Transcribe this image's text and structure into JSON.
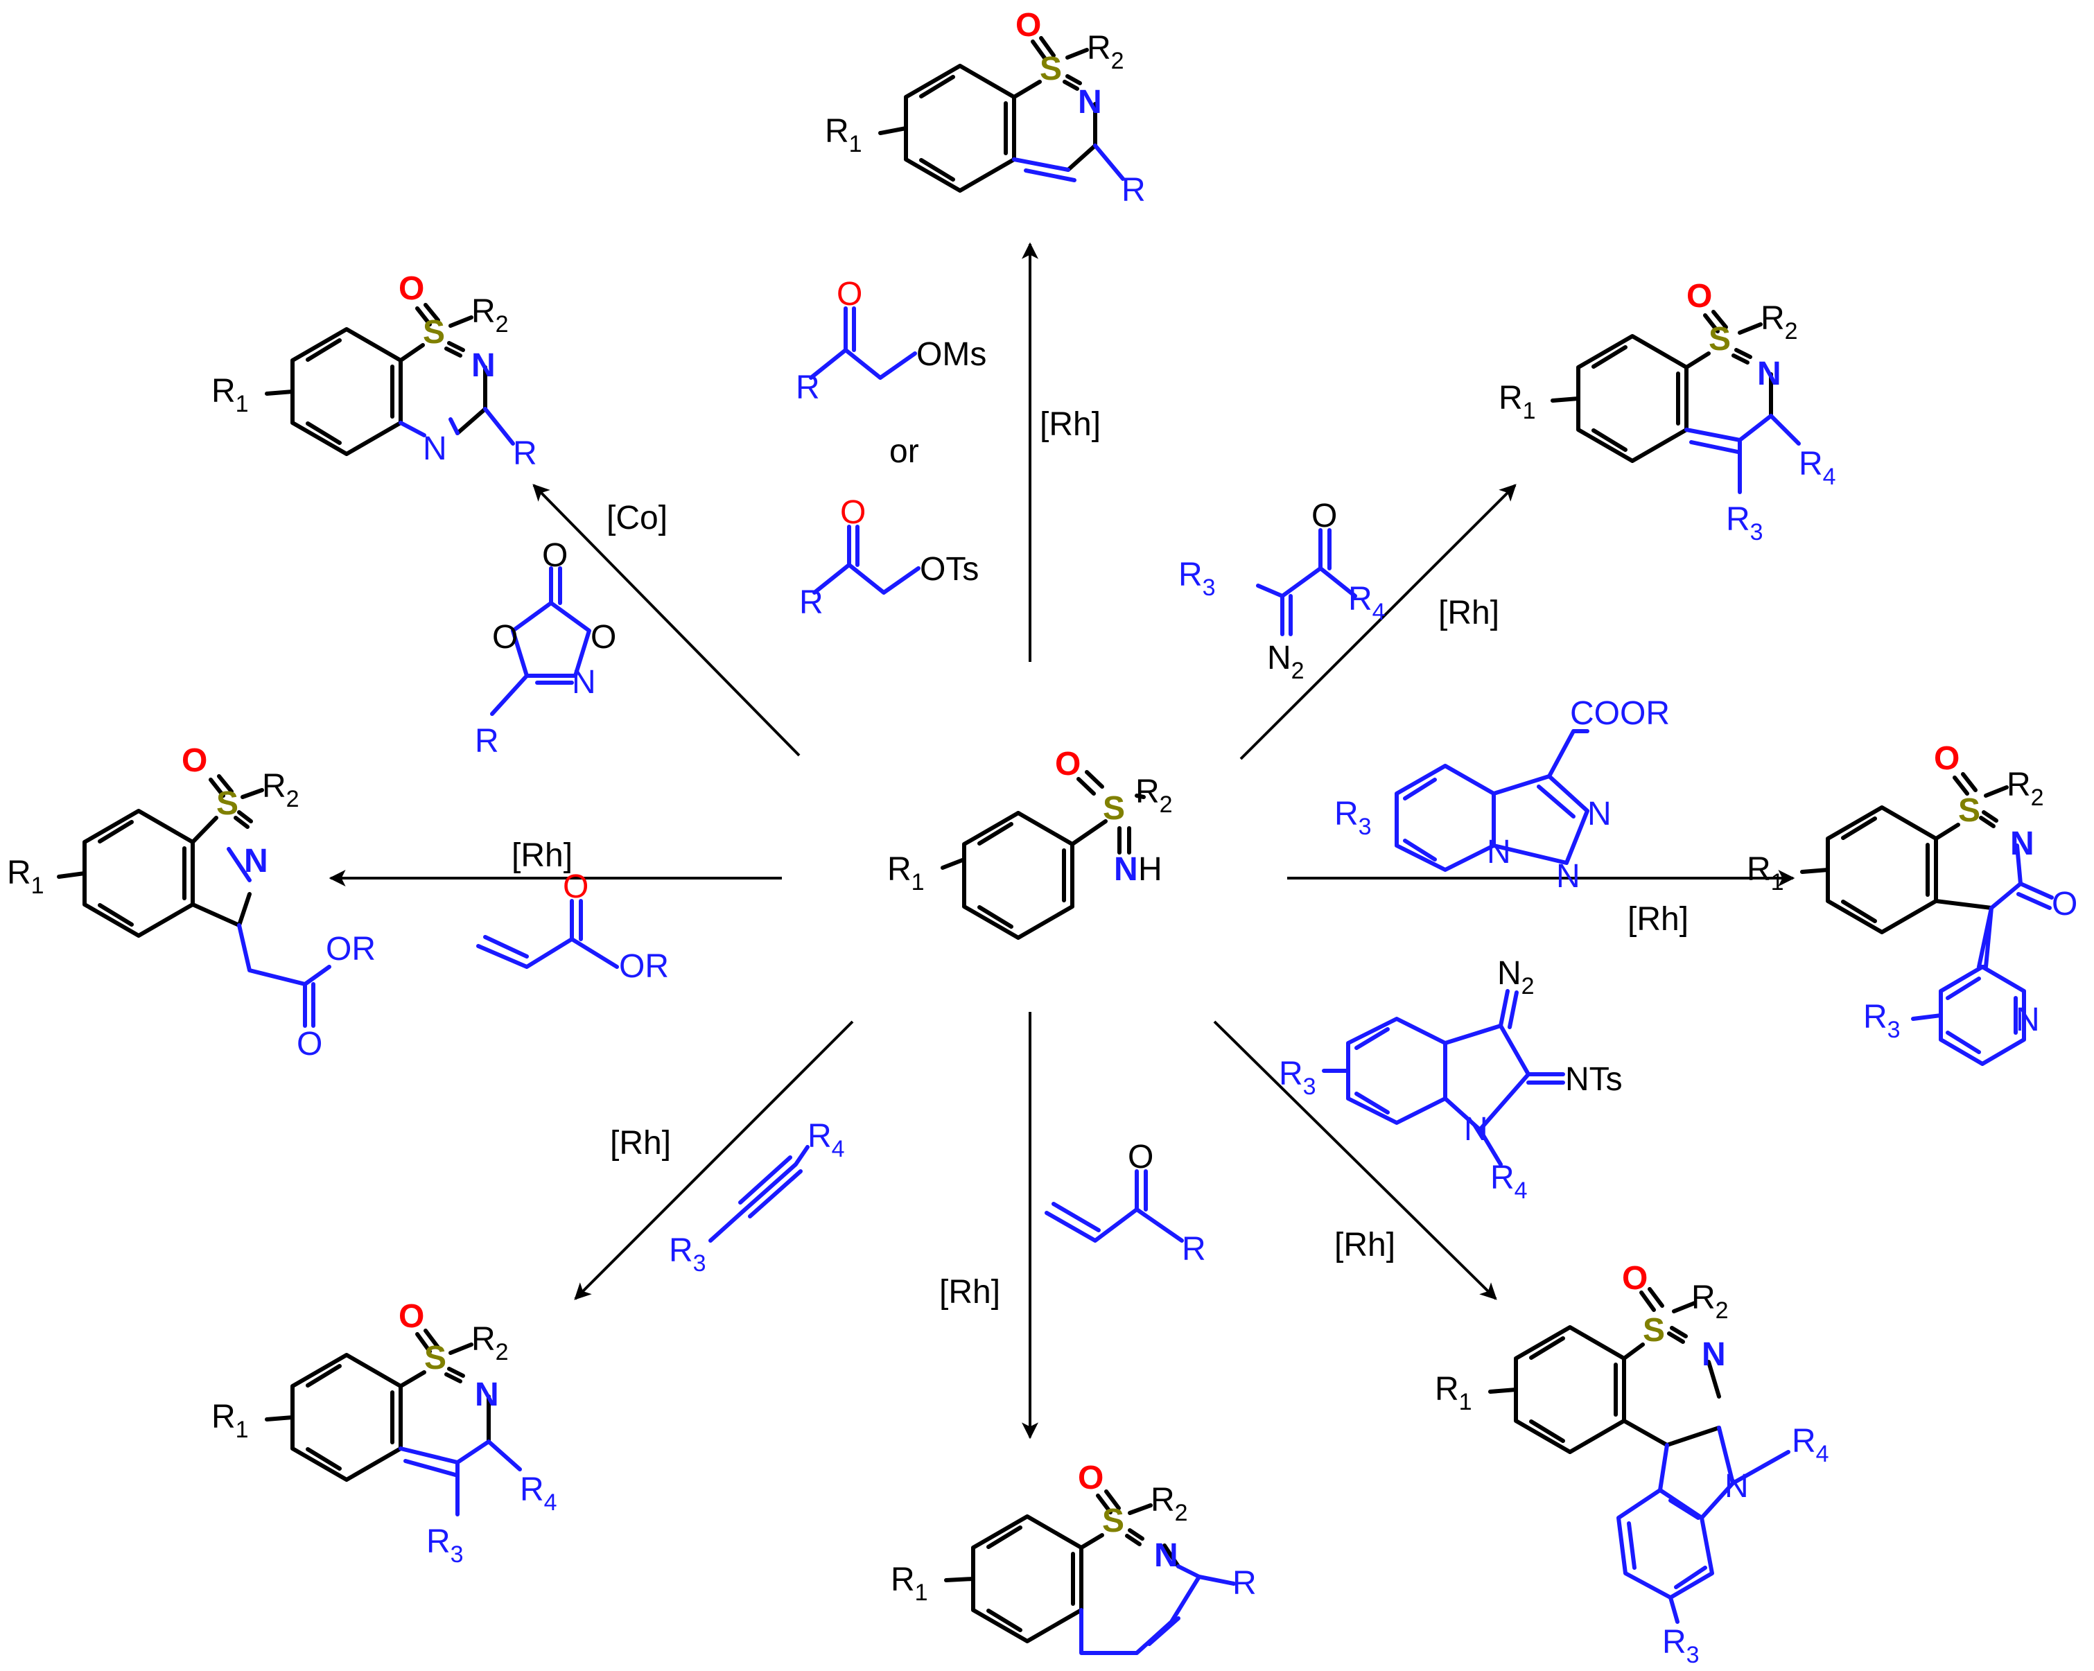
{
  "title": "",
  "colors": {
    "bond": "#000000",
    "reagent": "#1a1aff",
    "oxygen": "#ff0000",
    "sulfur": "#808000",
    "nitrogen": "#1a1aff"
  },
  "center": {
    "r1": "R",
    "r1_sub": "1",
    "r2": "R",
    "r2_sub": "2",
    "S": "S",
    "O": "O",
    "N": "N",
    "H": "H"
  },
  "catalysts": {
    "co": "[Co]",
    "rh_top": "[Rh]",
    "rh_top_right": "[Rh]",
    "rh_left": "[Rh]",
    "rh_right": "[Rh]",
    "rh_bottom_left": "[Rh]",
    "rh_bottom": "[Rh]",
    "rh_bottom_right": "[Rh]"
  },
  "reagents": {
    "oms": "OMs",
    "ots": "OTs",
    "or_word": "or",
    "r": "R",
    "o": "O",
    "n": "N",
    "n2": "N",
    "n2_sub": "2",
    "cooR": "COOR",
    "OR": "OR",
    "nts": "NTs",
    "r3": "R",
    "r3_sub": "3",
    "r4": "R",
    "r4_sub": "4"
  },
  "products": {
    "r1": "R",
    "r1_sub": "1",
    "r2": "R",
    "r2_sub": "2",
    "r3": "R",
    "r3_sub": "3",
    "r4": "R",
    "r4_sub": "4",
    "r": "R",
    "S": "S",
    "O": "O",
    "N": "N",
    "OR": "OR"
  }
}
